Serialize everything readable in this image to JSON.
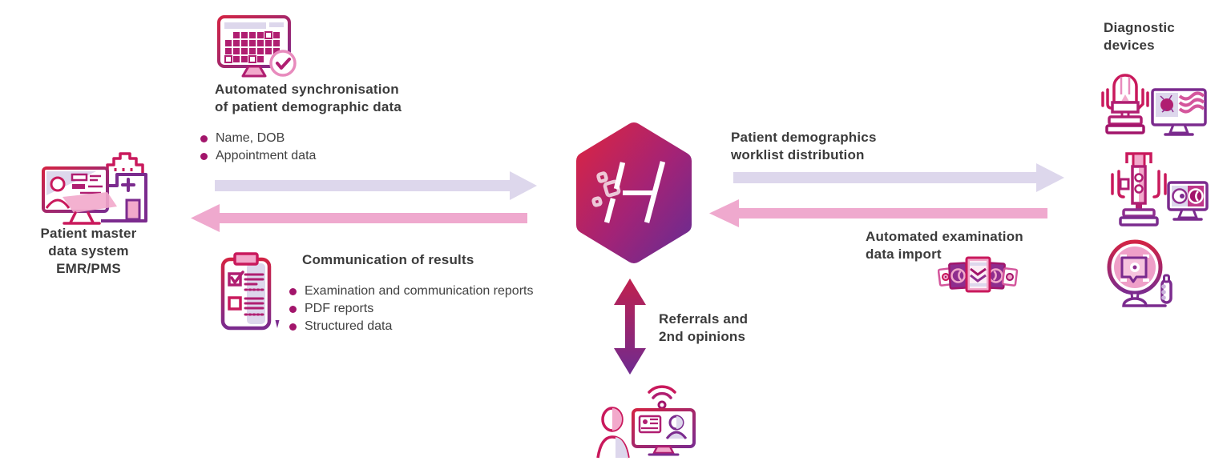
{
  "palette": {
    "crimson": "#c9195c",
    "magenta": "#b01e71",
    "purple": "#7b2b8e",
    "deep-pink": "#a2156b",
    "pink": "#efa9ce",
    "pink-fill": "#f2a9cb",
    "lavender": "#ddd7ec",
    "text": "#3b3b3b",
    "hex-grad-start": "#d72446",
    "hex-grad-end": "#6c2b90"
  },
  "left": {
    "sync": {
      "icon": "calendar-monitor-icon",
      "heading_line1": "Automated synchronisation",
      "heading_line2": "of patient demographic data",
      "bullets": [
        "Name, DOB",
        "Appointment data"
      ]
    },
    "emr": {
      "icon": "emr-workstation-icon",
      "label_line1": "Patient master",
      "label_line2": "data system",
      "label_line3": "EMR/PMS"
    },
    "results": {
      "icon": "clipboard-report-icon",
      "heading": "Communication of results",
      "bullets": [
        "Examination and communication reports",
        "PDF reports",
        "Structured data"
      ]
    }
  },
  "center": {
    "hub_icon": "hexagon-logo"
  },
  "right": {
    "worklist": {
      "heading_line1": "Patient demographics",
      "heading_line2": "worklist distribution"
    },
    "import": {
      "heading_line1": "Automated examination",
      "heading_line2": "data import",
      "icon": "scan-stack-icon"
    },
    "devices": {
      "label_line1": "Diagnostic",
      "label_line2": "devices",
      "icons": [
        "oct-device-icon",
        "fundus-camera-icon",
        "perimeter-device-icon"
      ]
    }
  },
  "bottom": {
    "referrals": {
      "label_line1": "Referrals and",
      "label_line2": "2nd opinions",
      "icon": "telemedicine-icon"
    }
  }
}
